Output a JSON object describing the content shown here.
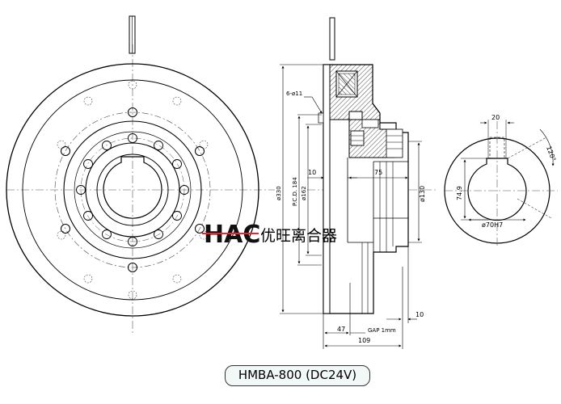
{
  "labels": {
    "holes": "6-ø11",
    "d330": "ø330",
    "pcd": "P.C.D. 184",
    "d162": "ø162",
    "d130": "ø130",
    "w10a": "10",
    "w75": "75",
    "w10b": "10",
    "w47": "47",
    "gap": "GAP 1mm",
    "w109": "109",
    "key20": "20",
    "key120": "120°",
    "key749": "74.9",
    "bore": "ø70H7"
  },
  "brand": {
    "logo": "HAC",
    "name": "优旺离合器"
  },
  "model": "HMBA-800 (DC24V)"
}
